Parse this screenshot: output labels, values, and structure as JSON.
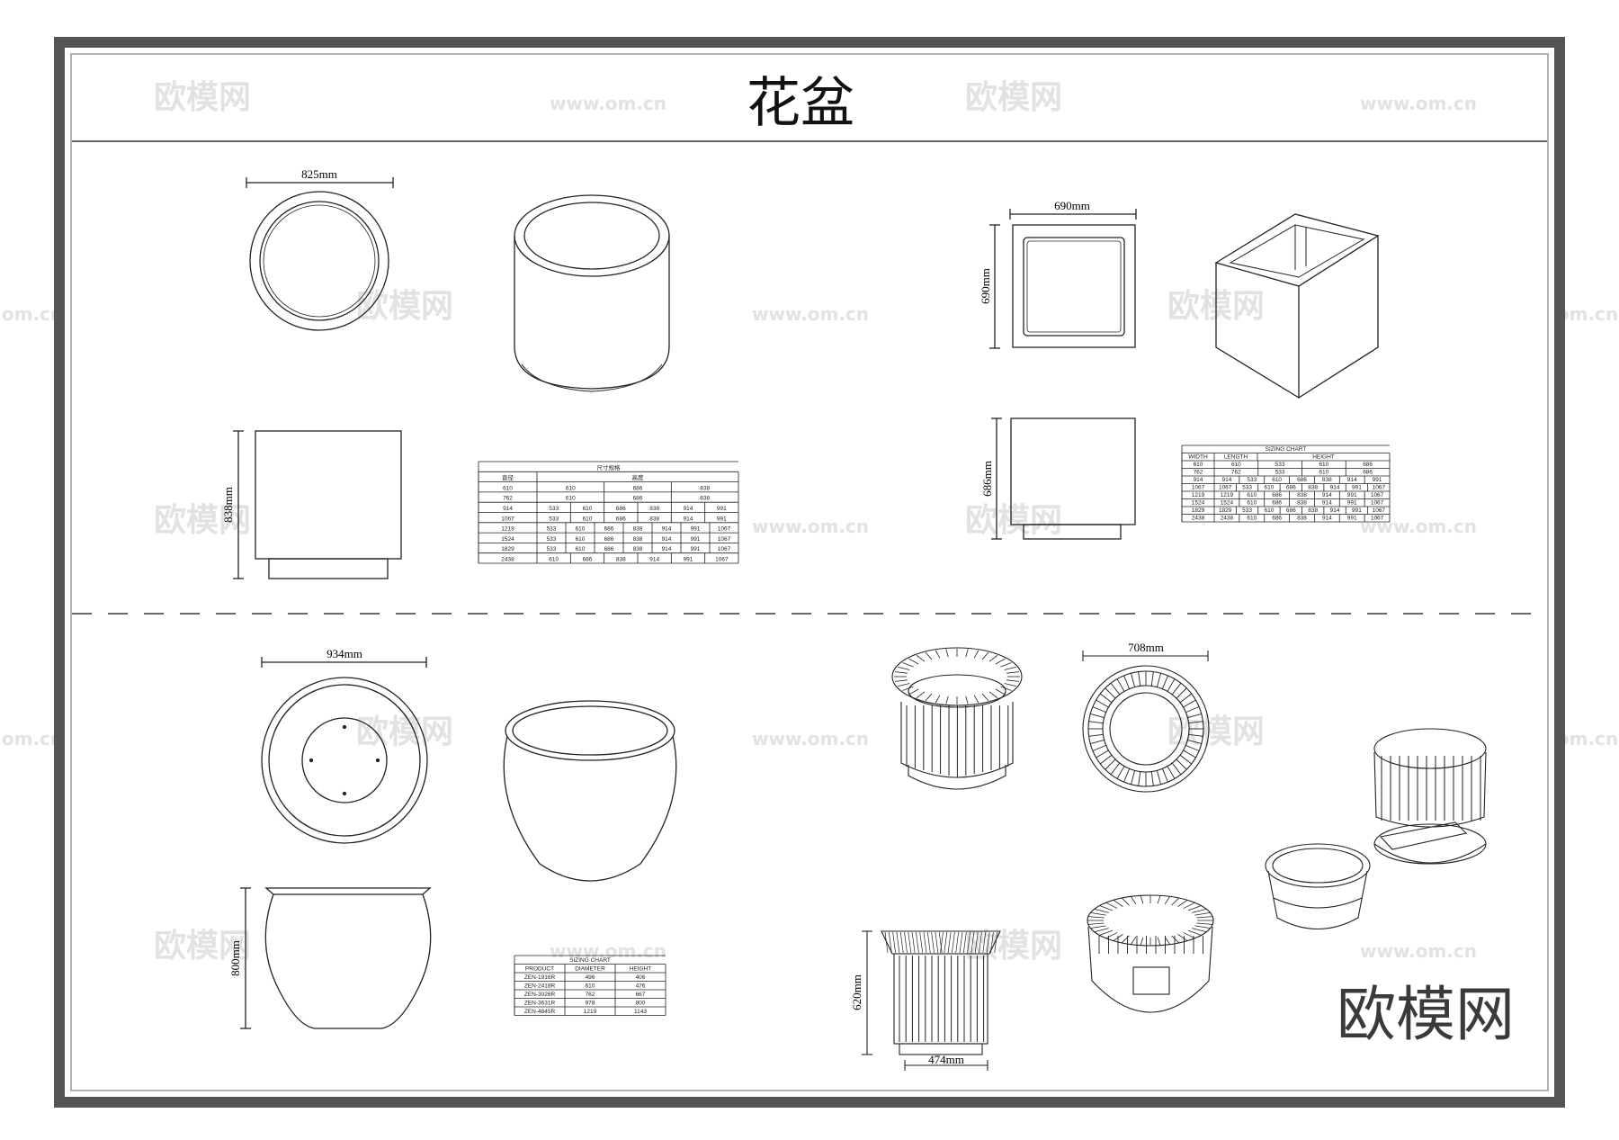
{
  "title": "花盆",
  "watermark": {
    "brand": "欧模网",
    "url": "www.om.cn",
    "url_partial": "om.cn"
  },
  "logo_text": "欧模网",
  "colors": {
    "frame_outer": "#555555",
    "frame_inner": "#9a9a9a",
    "line": "#222222",
    "watermark": "#e2e2e2"
  },
  "round_planter": {
    "dim_top": "825mm",
    "dim_height": "838mm",
    "table": {
      "title": "尺寸规格",
      "col_a": "直径",
      "col_b": "高度",
      "rows": [
        [
          "610",
          "610",
          "686",
          "838"
        ],
        [
          "762",
          "610",
          "686",
          "838"
        ],
        [
          "914",
          "533",
          "610",
          "686",
          "838",
          "914",
          "991"
        ],
        [
          "1067",
          "533",
          "610",
          "686",
          "838",
          "914",
          "991"
        ],
        [
          "1219",
          "533",
          "610",
          "686",
          "838",
          "914",
          "991",
          "1067"
        ],
        [
          "1524",
          "533",
          "610",
          "686",
          "838",
          "914",
          "991",
          "1067"
        ],
        [
          "1829",
          "533",
          "610",
          "686",
          "838",
          "914",
          "991",
          "1067"
        ],
        [
          "2438",
          "610",
          "686",
          "838",
          "914",
          "991",
          "1067"
        ]
      ]
    }
  },
  "square_planter": {
    "dim_top": "690mm",
    "dim_side": "690mm",
    "dim_height": "686mm",
    "table": {
      "title": "SIZING CHART",
      "headers": [
        "WIDTH",
        "LENGTH",
        "HEIGHT"
      ],
      "rows": [
        [
          "610",
          "610",
          "533",
          "610",
          "686"
        ],
        [
          "762",
          "762",
          "533",
          "610",
          "686"
        ],
        [
          "914",
          "914",
          "533",
          "610",
          "686",
          "838",
          "914",
          "991"
        ],
        [
          "1067",
          "1067",
          "533",
          "610",
          "686",
          "838",
          "914",
          "991",
          "1067"
        ],
        [
          "1219",
          "1219",
          "610",
          "686",
          "838",
          "914",
          "991",
          "1067"
        ],
        [
          "1524",
          "1524",
          "610",
          "686",
          "838",
          "914",
          "991",
          "1067"
        ],
        [
          "1829",
          "1829",
          "533",
          "610",
          "686",
          "838",
          "914",
          "991",
          "1067"
        ],
        [
          "2438",
          "2438",
          "610",
          "686",
          "838",
          "914",
          "991",
          "1067"
        ]
      ]
    }
  },
  "jar_planter": {
    "dim_top": "934mm",
    "dim_height": "800mm",
    "table": {
      "title": "SIZING CHART",
      "headers": [
        "PRODUCT",
        "DIAMETER",
        "HEIGHT"
      ],
      "rows": [
        [
          "ZEN-1916R",
          "496",
          "406"
        ],
        [
          "ZEN-2418R",
          "610",
          "476"
        ],
        [
          "ZEN-3026R",
          "762",
          "667"
        ],
        [
          "ZEN-3631R",
          "978",
          "800"
        ],
        [
          "ZEN-4845R",
          "1219",
          "1143"
        ]
      ]
    }
  },
  "tree_grate_planter": {
    "dim_top": "708mm",
    "dim_height": "620mm",
    "dim_bottom": "474mm"
  }
}
